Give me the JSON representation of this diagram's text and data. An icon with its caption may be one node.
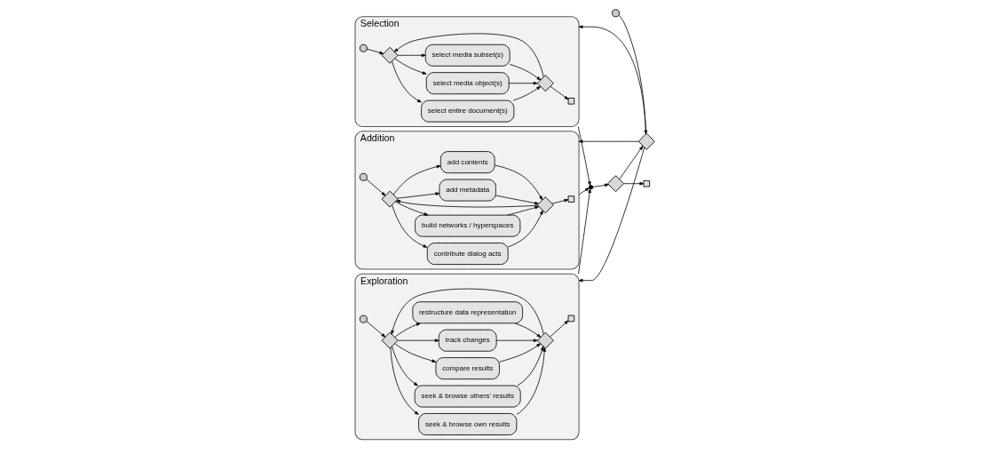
{
  "diagram": {
    "nodes": [
      {
        "text": [],
        "shape": "circle"
      },
      {
        "text": [],
        "shape": "diamond"
      },
      {
        "text": [
          "Selection"
        ]
      },
      {
        "text": [],
        "shape": "circle",
        "in": 2
      },
      {
        "text": [],
        "shape": "diamond",
        "in": 2
      },
      {
        "text": [
          "select entire document(s)"
        ],
        "in": 2
      },
      {
        "text": [
          "select media object(s)"
        ],
        "in": 2
      },
      {
        "text": [
          "select media subset(s)"
        ],
        "in": 2
      },
      {
        "text": [],
        "shape": "diamond",
        "in": 2
      },
      {
        "text": [],
        "shape": "box",
        "in": 2
      },
      {
        "text": [
          "Addition"
        ]
      },
      {
        "text": [],
        "shape": "circle",
        "in": 10
      },
      {
        "text": [],
        "shape": "diamond",
        "in": 10
      },
      {
        "text": [
          "add metadata"
        ],
        "in": 10
      },
      {
        "text": [
          "add contents"
        ],
        "in": 10
      },
      {
        "text": [
          "contribute dialog acts"
        ],
        "in": 10
      },
      {
        "text": [
          "build networks / hyperspaces"
        ],
        "in": 10
      },
      {
        "text": [],
        "shape": "diamond",
        "in": 10
      },
      {
        "text": [],
        "shape": "box",
        "in": 10
      },
      {
        "text": [
          "Exploration"
        ]
      },
      {
        "text": [],
        "shape": "circle",
        "in": 19
      },
      {
        "text": [],
        "shape": "diamond",
        "in": 19
      },
      {
        "text": [
          "seek & browse own results"
        ],
        "in": 19
      },
      {
        "text": [
          "seek & browse others' results"
        ],
        "in": 19
      },
      {
        "text": [
          "compare results"
        ],
        "in": 19
      },
      {
        "text": [
          "track changes"
        ],
        "in": 19
      },
      {
        "text": [
          "restructure data representation"
        ],
        "in": 19
      },
      {
        "text": [],
        "shape": "diamond",
        "in": 19
      },
      {
        "text": [],
        "shape": "box",
        "in": 19
      },
      {
        "text": [],
        "shape": "point"
      },
      {
        "text": [],
        "shape": "diamond"
      },
      {
        "text": [],
        "shape": "box"
      }
    ],
    "edges": [
      {
        "from": 0,
        "to": 1,
        "arrow": "to"
      },
      {
        "from": 1,
        "to": 2,
        "arrow": "to"
      },
      {
        "from": 1,
        "to": 10,
        "arrow": "to"
      },
      {
        "from": 1,
        "to": 19,
        "arrow": "to"
      },
      {
        "from": 3,
        "to": 4,
        "arrow": "to"
      },
      {
        "from": 4,
        "to": 5,
        "arrow": "to"
      },
      {
        "from": 4,
        "to": 6,
        "arrow": "to"
      },
      {
        "from": 4,
        "to": 7,
        "arrow": "to"
      },
      {
        "from": 5,
        "to": 8,
        "arrow": "to"
      },
      {
        "from": 6,
        "to": 8,
        "arrow": "to"
      },
      {
        "from": 7,
        "to": 8,
        "arrow": "to"
      },
      {
        "from": 8,
        "to": 4,
        "arrow": "to"
      },
      {
        "from": 8,
        "to": 9,
        "arrow": "to"
      },
      {
        "from": 11,
        "to": 12,
        "arrow": "to"
      },
      {
        "from": 12,
        "to": 13,
        "arrow": "to"
      },
      {
        "from": 12,
        "to": 14,
        "arrow": "to"
      },
      {
        "from": 12,
        "to": 15,
        "arrow": "to"
      },
      {
        "from": 12,
        "to": 16,
        "arrow": "to"
      },
      {
        "from": 13,
        "to": 17,
        "arrow": "to"
      },
      {
        "from": 14,
        "to": 17,
        "arrow": "to"
      },
      {
        "from": 15,
        "to": 17,
        "arrow": "to"
      },
      {
        "from": 16,
        "to": 17,
        "arrow": "to"
      },
      {
        "from": 17,
        "to": 12,
        "arrow": "to"
      },
      {
        "from": 17,
        "to": 18,
        "arrow": "to"
      },
      {
        "from": 20,
        "to": 21,
        "arrow": "to"
      },
      {
        "from": 21,
        "to": 22,
        "arrow": "to"
      },
      {
        "from": 21,
        "to": 23,
        "arrow": "to"
      },
      {
        "from": 21,
        "to": 24,
        "arrow": "to"
      },
      {
        "from": 21,
        "to": 25,
        "arrow": "to"
      },
      {
        "from": 21,
        "to": 26,
        "arrow": "to"
      },
      {
        "from": 22,
        "to": 27,
        "arrow": "to"
      },
      {
        "from": 23,
        "to": 27,
        "arrow": "to"
      },
      {
        "from": 24,
        "to": 27,
        "arrow": "to"
      },
      {
        "from": 25,
        "to": 27,
        "arrow": "to"
      },
      {
        "from": 26,
        "to": 27,
        "arrow": "to"
      },
      {
        "from": 27,
        "to": 21,
        "arrow": "to"
      },
      {
        "from": 27,
        "to": 28,
        "arrow": "to"
      },
      {
        "from": 2,
        "to": 29,
        "arrow": "to"
      },
      {
        "from": 10,
        "to": 29,
        "arrow": "to"
      },
      {
        "from": 19,
        "to": 29,
        "arrow": "to"
      },
      {
        "from": 29,
        "to": 30,
        "arrow": "to"
      },
      {
        "from": 30,
        "to": 1,
        "arrow": "to"
      },
      {
        "from": 30,
        "to": 31,
        "arrow": "to"
      }
    ]
  }
}
